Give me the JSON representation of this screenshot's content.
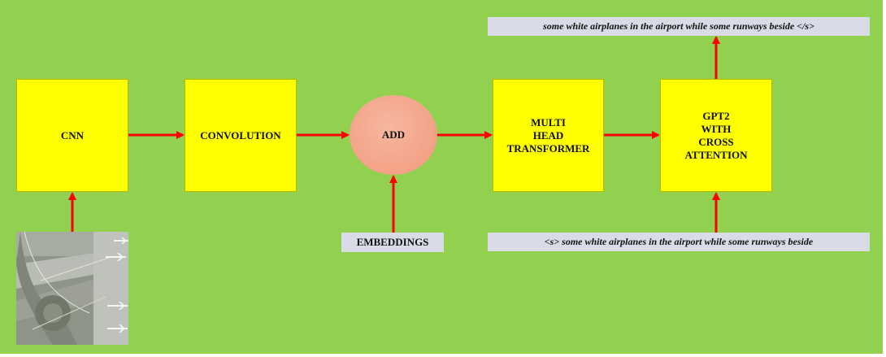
{
  "boxes": {
    "cnn": "CNN",
    "convolution": "CONVOLUTION",
    "add": "ADD",
    "transformer": "MULTI\nHEAD\nTRANSFORMER",
    "gpt2": "GPT2\nWITH\nCROSS\nATTENTION"
  },
  "labels": {
    "embeddings": "EMBEDDINGS",
    "output_caption": "some white airplanes in the airport while some runways beside </s>",
    "input_caption": "<s> some white airplanes in the airport while some runways beside"
  },
  "image": {
    "description_icon": "aerial-airport-image"
  },
  "colors": {
    "background": "#92d050",
    "box": "#ffff00",
    "add_circle": "#f4a58a",
    "arrow": "#ff0000",
    "label_bg": "#d9dce6"
  }
}
